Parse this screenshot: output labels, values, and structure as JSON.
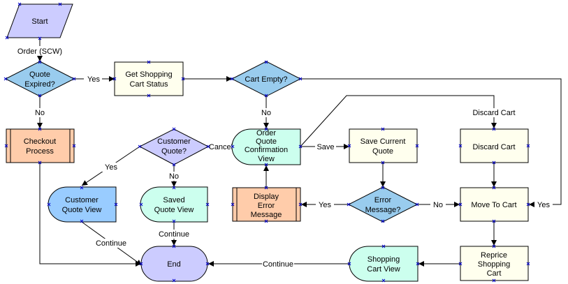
{
  "colors": {
    "start_end": "#ccccff",
    "decision": "#99ccee",
    "decision_lavender": "#ccccff",
    "process": "#ffffee",
    "subprocess": "#ffccaa",
    "view_green": "#ccffee",
    "view_blue": "#99ccff",
    "connector_mark": "#0000cc"
  },
  "nodes": {
    "start": "Start",
    "quote_expired": [
      "Quote",
      "Expired?"
    ],
    "get_cart_status": [
      "Get Shopping",
      "Cart Status"
    ],
    "cart_empty": "Cart Empty?",
    "checkout_process": [
      "Checkout",
      "Process"
    ],
    "customer_quote": [
      "Customer",
      "Quote?"
    ],
    "order_quote_view": [
      "Order",
      "Quote",
      "Confirmation",
      "View"
    ],
    "save_current_quote": [
      "Save Current",
      "Quote"
    ],
    "discard_cart": "Discard Cart",
    "customer_quote_view": [
      "Customer",
      "Quote View"
    ],
    "saved_quote_view": [
      "Saved",
      "Quote View"
    ],
    "display_error": [
      "Display",
      "Error",
      "Message"
    ],
    "error_message": [
      "Error",
      "Message?"
    ],
    "move_to_cart": "Move To Cart",
    "end": "End",
    "shopping_cart_view": [
      "Shopping",
      "Cart View"
    ],
    "reprice_cart": [
      "Reprice",
      "Shopping",
      "Cart"
    ]
  },
  "edges": {
    "start_to_quote": "Order (SCW)",
    "quote_yes": "Yes",
    "quote_no": "No",
    "cart_empty_no": "No",
    "discard_cart": "Discard Cart",
    "cust_quote_cancel": "Cancel",
    "order_save": "Save",
    "cust_quote_yes": "Yes",
    "cust_quote_no": "No",
    "error_yes": "Yes",
    "error_no": "No",
    "cart_empty_yes": "Yes",
    "cqv_continue": "Continue",
    "sqv_continue": "Continue",
    "scv_continue": "Continue"
  }
}
